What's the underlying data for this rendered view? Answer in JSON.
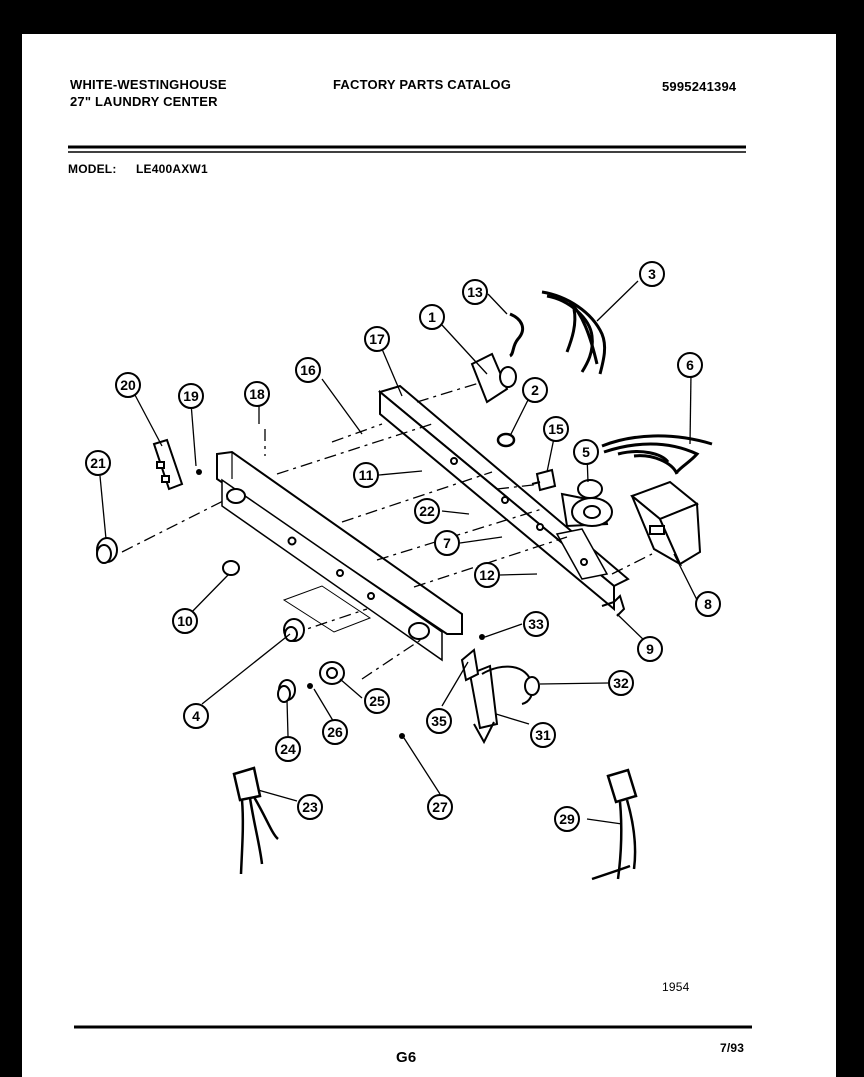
{
  "header": {
    "brand": "WHITE-WESTINGHOUSE",
    "product": "27\" LAUNDRY CENTER",
    "catalog_title": "FACTORY PARTS CATALOG",
    "catalog_number": "5995241394",
    "model_label": "MODEL:",
    "model_value": "LE400AXW1"
  },
  "footer": {
    "figure_number": "1954",
    "page_code": "G6",
    "date": "7/93"
  },
  "callouts": [
    "1",
    "2",
    "3",
    "4",
    "5",
    "6",
    "7",
    "8",
    "9",
    "10",
    "11",
    "12",
    "13",
    "15",
    "16",
    "17",
    "18",
    "19",
    "20",
    "21",
    "22",
    "23",
    "24",
    "25",
    "26",
    "27",
    "29",
    "31",
    "32",
    "33",
    "35"
  ]
}
